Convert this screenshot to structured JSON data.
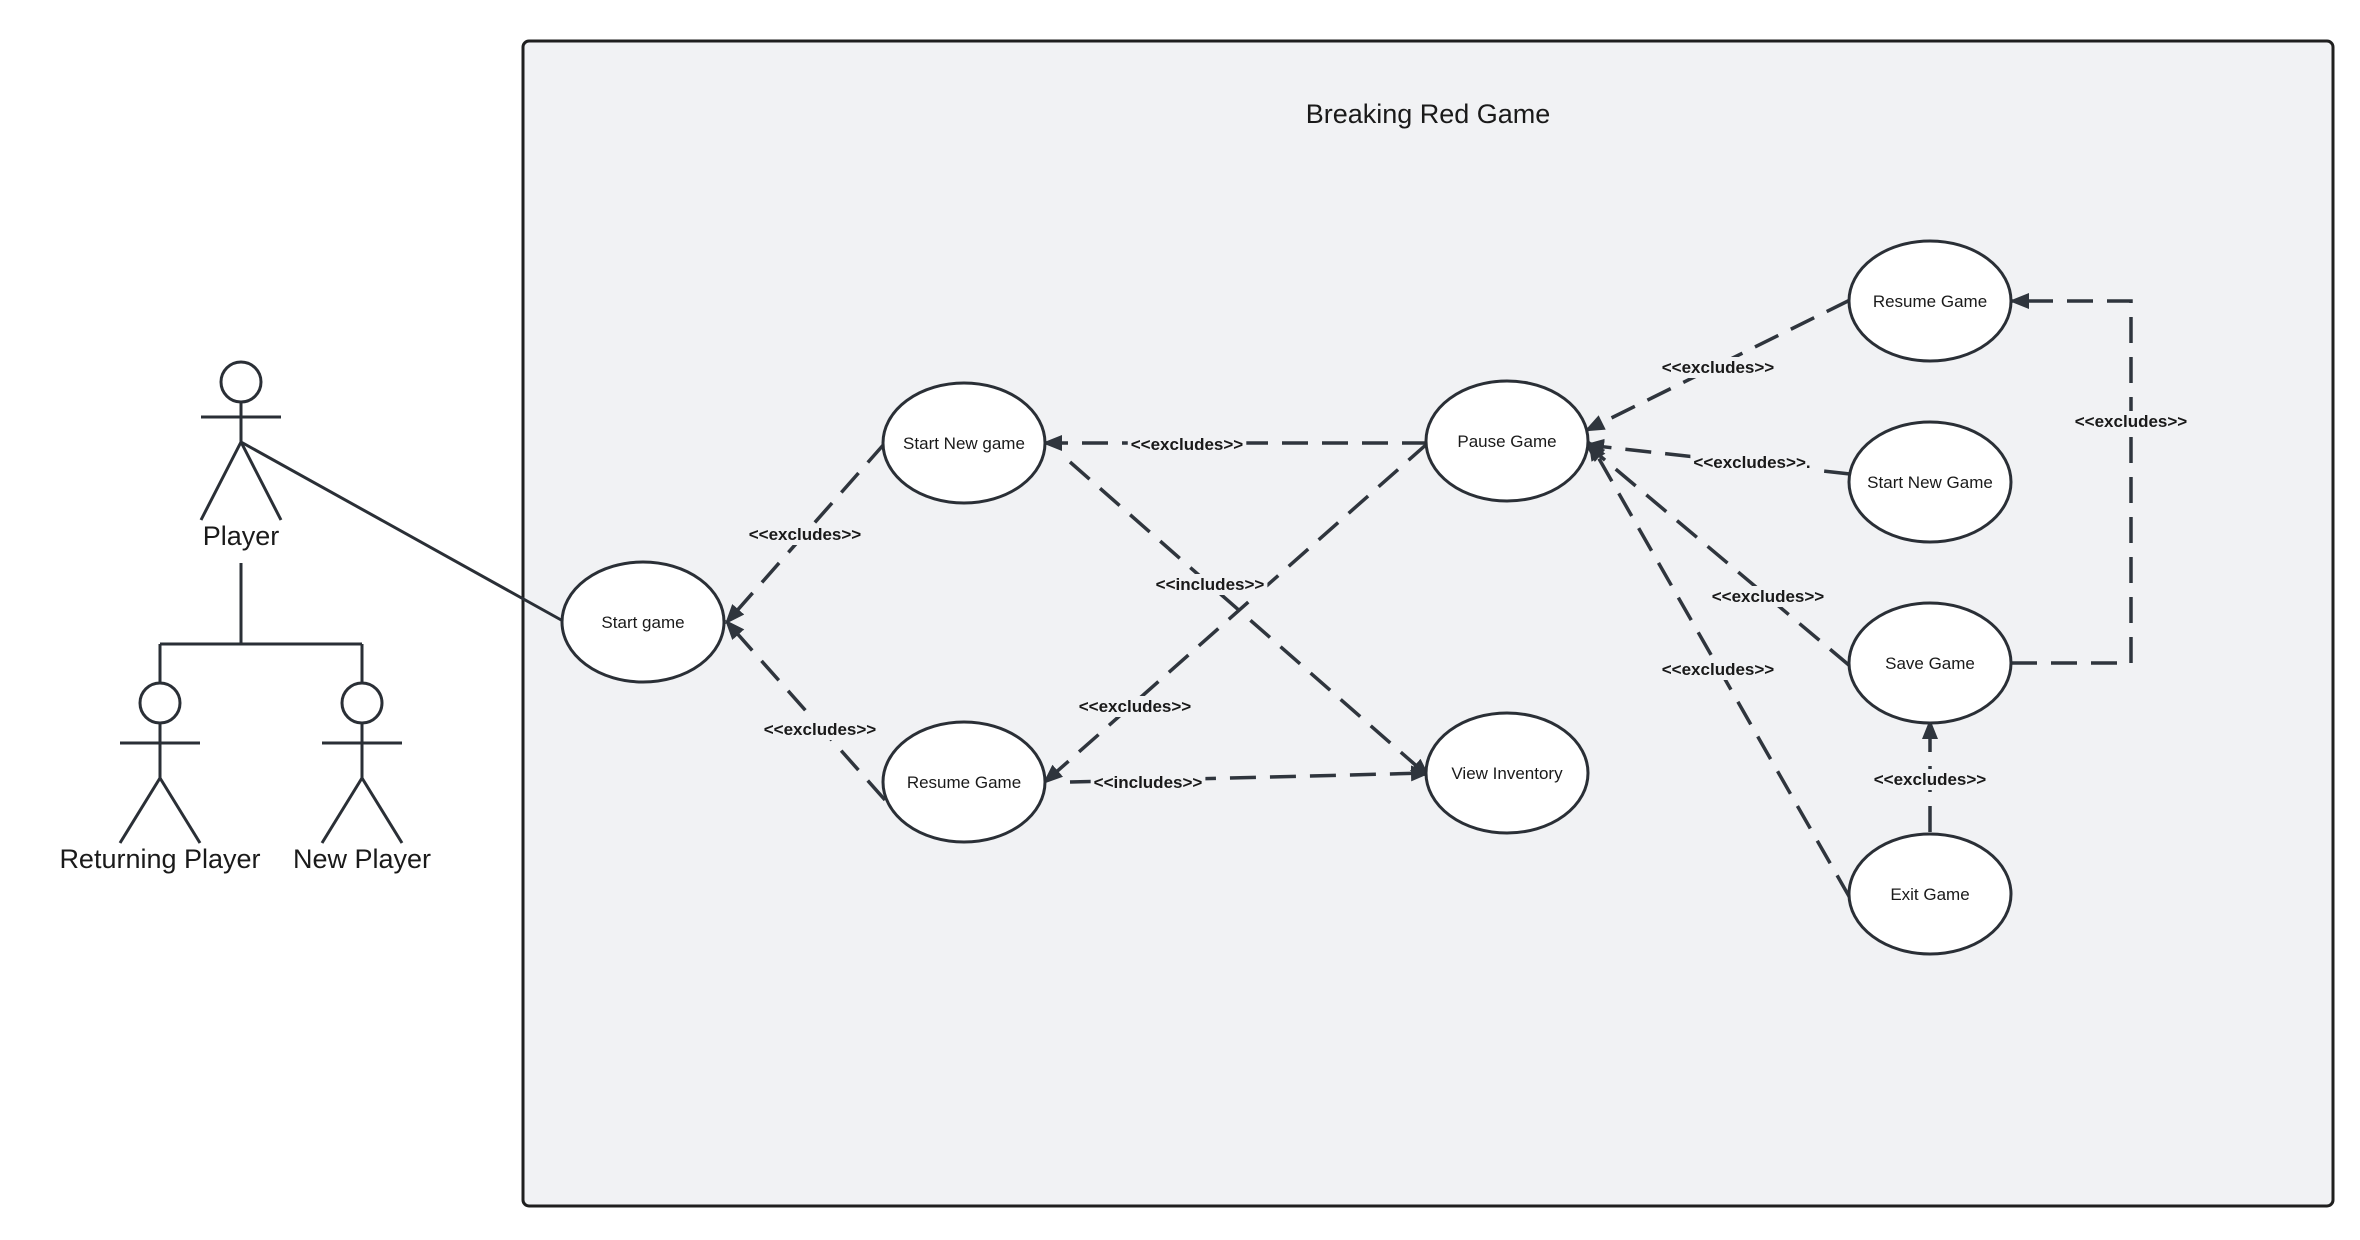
{
  "system": {
    "title": "Breaking Red Game"
  },
  "actors": {
    "player": "Player",
    "returning_player": "Returning Player",
    "new_player": "New Player"
  },
  "use_cases": {
    "start_game": "Start game",
    "start_new_game_left": "Start New game",
    "resume_game_left": "Resume Game",
    "pause_game": "Pause Game",
    "view_inventory": "View Inventory",
    "resume_game_right": "Resume Game",
    "start_new_game_right": "Start New Game",
    "save_game": "Save Game",
    "exit_game": "Exit Game"
  },
  "relations": {
    "startnew_to_start": "<<excludes>>",
    "resume_to_start": "<<excludes>>",
    "pause_to_startnew": "<<excludes>>",
    "startnew_to_inventory": "<<includes>>",
    "pause_to_resume": "<<excludes>>",
    "resume_to_inventory": "<<includes>>",
    "resume_r_to_pause": "<<excludes>>",
    "startnew_r_to_pause": "<<excludes>>.",
    "save_to_pause": "<<excludes>>",
    "exit_to_pause": "<<excludes>>",
    "save_to_resume_r": "<<excludes>>",
    "exit_to_save": "<<excludes>>"
  },
  "colors": {
    "boundary_fill": "#f1f2f4",
    "stroke": "#2a2f36",
    "background": "#ffffff"
  }
}
